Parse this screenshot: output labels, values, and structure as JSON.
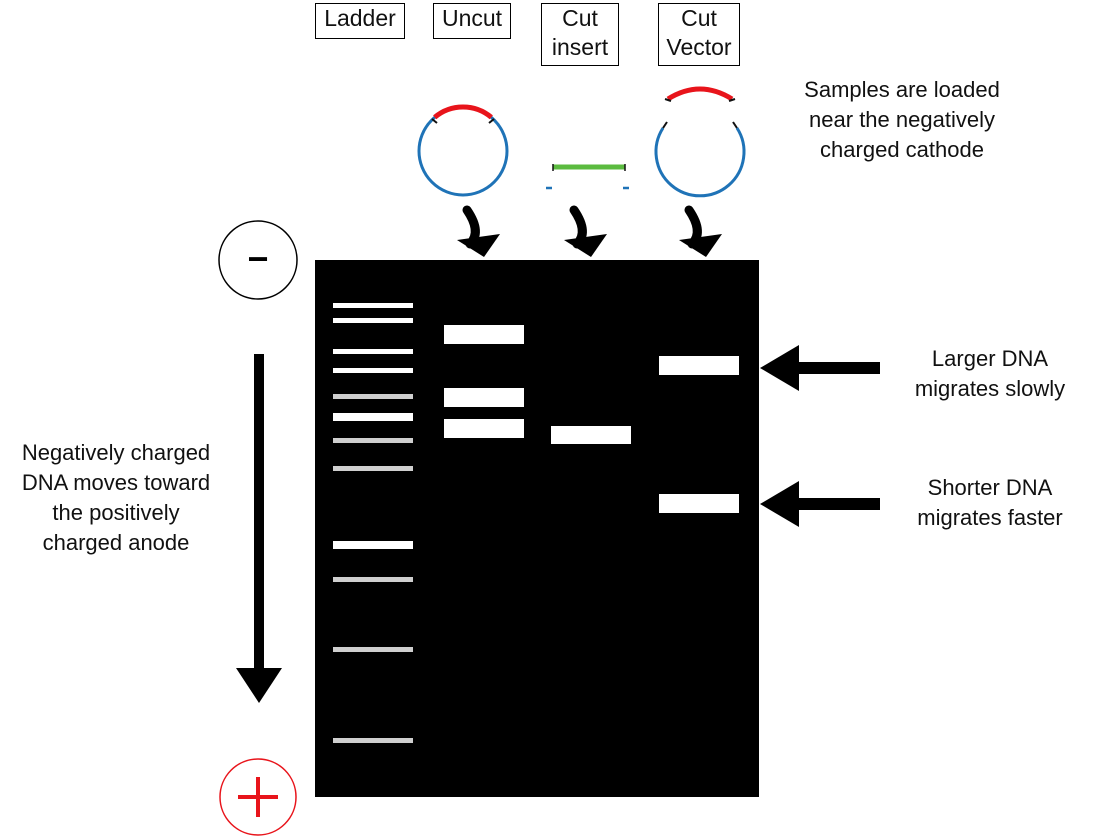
{
  "lanes": {
    "ladder": "Ladder",
    "uncut": "Uncut",
    "cut_insert": [
      "Cut",
      "insert"
    ],
    "cut_vector": [
      "Cut",
      "Vector"
    ]
  },
  "notes": {
    "loading": [
      "Samples are loaded",
      "near the negatively",
      "charged cathode"
    ],
    "larger": [
      "Larger DNA",
      "migrates slowly"
    ],
    "shorter": [
      "Shorter DNA",
      "migrates faster"
    ],
    "migration": [
      "Negatively charged",
      "DNA moves toward",
      "the positively",
      "charged anode"
    ]
  },
  "electrodes": {
    "cathode_symbol": "−",
    "anode_symbol": "+"
  },
  "colors": {
    "gel": "#000000",
    "bright_band": "#ffffff",
    "faint_band": "#cfcfcf",
    "plasmid_backbone": "#1f73b7",
    "insert": "#e8141b",
    "linear_insert": "#5bbb3f",
    "anode": "#e8141b"
  },
  "bands": {
    "ladder": [
      {
        "shade": "bright",
        "thick": false
      },
      {
        "shade": "bright",
        "thick": false
      },
      {
        "shade": "bright",
        "thick": false
      },
      {
        "shade": "bright",
        "thick": false
      },
      {
        "shade": "faint",
        "thick": false
      },
      {
        "shade": "bright",
        "thick": true
      },
      {
        "shade": "faint",
        "thick": false
      },
      {
        "shade": "faint",
        "thick": false
      },
      {
        "shade": "bright",
        "thick": true
      },
      {
        "shade": "faint",
        "thick": false
      },
      {
        "shade": "faint",
        "thick": false
      },
      {
        "shade": "faint",
        "thick": false
      }
    ],
    "uncut": 3,
    "cut_insert": 1,
    "cut_vector": 2
  }
}
